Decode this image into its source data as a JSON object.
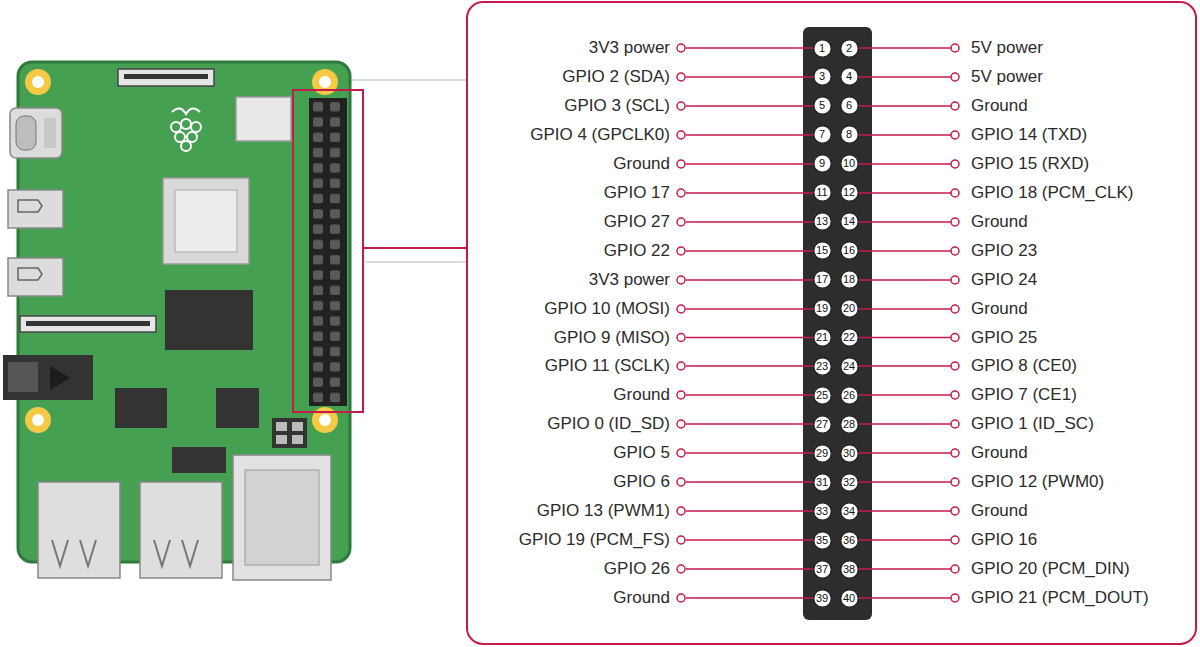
{
  "diagram": {
    "nodes": [
      {
        "text": [
          "1"
        ]
      },
      {
        "text": [
          "2"
        ]
      },
      {
        "text": [
          "3"
        ]
      },
      {
        "text": [
          "4"
        ]
      },
      {
        "text": [
          "5"
        ]
      },
      {
        "text": [
          "6"
        ]
      },
      {
        "text": [
          "7"
        ]
      },
      {
        "text": [
          "8"
        ]
      },
      {
        "text": [
          "9"
        ]
      },
      {
        "text": [
          "10"
        ]
      },
      {
        "text": [
          "11"
        ]
      },
      {
        "text": [
          "12"
        ]
      },
      {
        "text": [
          "13"
        ]
      },
      {
        "text": [
          "14"
        ]
      },
      {
        "text": [
          "15"
        ]
      },
      {
        "text": [
          "16"
        ]
      },
      {
        "text": [
          "17"
        ]
      },
      {
        "text": [
          "18"
        ]
      },
      {
        "text": [
          "19"
        ]
      },
      {
        "text": [
          "20"
        ]
      },
      {
        "text": [
          "21"
        ]
      },
      {
        "text": [
          "22"
        ]
      },
      {
        "text": [
          "23"
        ]
      },
      {
        "text": [
          "24"
        ]
      },
      {
        "text": [
          "25"
        ]
      },
      {
        "text": [
          "26"
        ]
      },
      {
        "text": [
          "27"
        ]
      },
      {
        "text": [
          "28"
        ]
      },
      {
        "text": [
          "29"
        ]
      },
      {
        "text": [
          "30"
        ]
      },
      {
        "text": [
          "31"
        ]
      },
      {
        "text": [
          "32"
        ]
      },
      {
        "text": [
          "33"
        ]
      },
      {
        "text": [
          "34"
        ]
      },
      {
        "text": [
          "35"
        ]
      },
      {
        "text": [
          "36"
        ]
      },
      {
        "text": [
          "37"
        ]
      },
      {
        "text": [
          "38"
        ]
      },
      {
        "text": [
          "39"
        ]
      },
      {
        "text": [
          "40"
        ]
      }
    ],
    "labels": [
      "3V3 power",
      "5V power",
      "GPIO 2 (SDA)",
      "5V power",
      "GPIO 3 (SCL)",
      "Ground",
      "GPIO 4 (GPCLK0)",
      "GPIO 14 (TXD)",
      "Ground",
      "GPIO 15 (RXD)",
      "GPIO 17",
      "GPIO 18 (PCM_CLK)",
      "GPIO 27",
      "Ground",
      "GPIO 22",
      "GPIO 23",
      "3V3 power",
      "GPIO 24",
      "GPIO 10 (MOSI)",
      "Ground",
      "GPIO 9 (MISO)",
      "GPIO 25",
      "GPIO 11 (SCLK)",
      "GPIO 8 (CE0)",
      "Ground",
      "GPIO 7 (CE1)",
      "GPIO 0 (ID_SD)",
      "GPIO 1 (ID_SC)",
      "GPIO 5",
      "Ground",
      "GPIO 6",
      "GPIO 12 (PWM0)",
      "GPIO 13 (PWM1)",
      "Ground",
      "GPIO 19 (PCM_FS)",
      "GPIO 16",
      "GPIO 26",
      "GPIO 20 (PCM_DIN)",
      "Ground",
      "GPIO 21 (PCM_DOUT)"
    ]
  }
}
